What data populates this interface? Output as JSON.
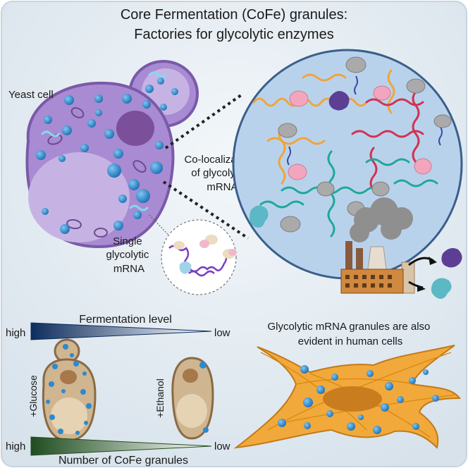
{
  "title": {
    "line1": "Core Fermentation (CoFe) granules:",
    "line2": "Factories for glycolytic enzymes"
  },
  "labels": {
    "yeast_cell": "Yeast cell",
    "colocalization": [
      "Co-localization",
      "of glycolytic",
      "mRNAs"
    ],
    "single_mrna": [
      "Single",
      "glycolytic",
      "mRNA"
    ],
    "human_cells": [
      "Glycolytic mRNA granules are also",
      "evident in human cells"
    ],
    "plus_glucose": "+Glucose",
    "plus_ethanol": "+Ethanol"
  },
  "fermentation_gradient": {
    "title": "Fermentation level",
    "left": "high",
    "right": "low",
    "color": "#0d2d5e"
  },
  "granule_gradient": {
    "title": "Number of CoFe granules",
    "left": "high",
    "right": "low",
    "color": "#1f4d1f"
  },
  "colors": {
    "background": "#e3ebf1",
    "cell": "#a88bd2",
    "nucleus": "#7c4f9a",
    "vacuole": "#c6b3e4",
    "granule": "#2a8ad0",
    "zoom_circle": "#b9d2ec",
    "mrna_orange": "#f1a43a",
    "mrna_red": "#d23253",
    "mrna_teal": "#1ea89a",
    "human_cell": "#f2a93b",
    "ribosome": "#aaaaaa",
    "enzyme_pink": "#f2a6bd",
    "enzyme_purple": "#5c3f94",
    "enzyme_teal": "#5bb8c4"
  }
}
